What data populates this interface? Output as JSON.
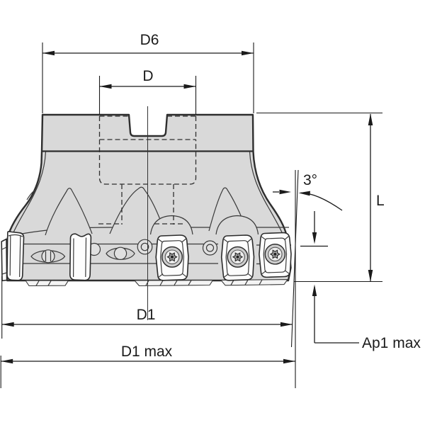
{
  "drawing": {
    "type": "technical-drawing",
    "subject": "face-mill-cutter-side-view",
    "dimensions": {
      "d6": {
        "label": "D6"
      },
      "d": {
        "label": "D"
      },
      "l": {
        "label": "L"
      },
      "angle": {
        "label": "3°"
      },
      "d1": {
        "label": "D1"
      },
      "d1max": {
        "label": "D1 max"
      },
      "ap1max": {
        "label": "Ap1 max"
      }
    },
    "colors": {
      "background": "#ffffff",
      "body_fill": "#d9d9d9",
      "outline": "#2e2e2e",
      "dim": "#1b1b1b",
      "insert_fill": "#fdfdfd"
    }
  }
}
